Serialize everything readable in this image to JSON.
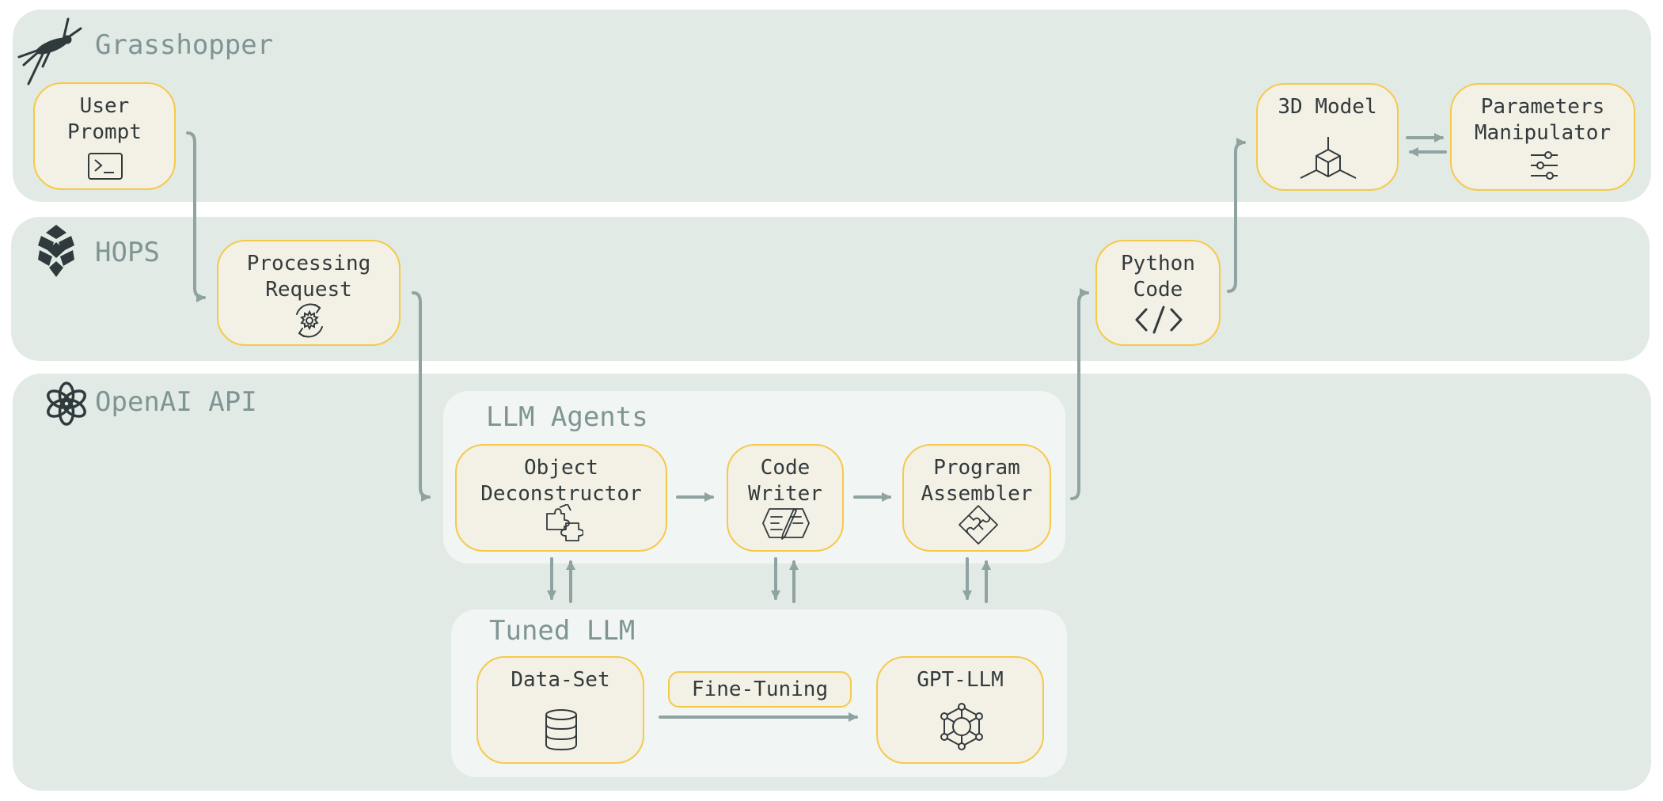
{
  "bands": {
    "grasshopper": "Grasshopper",
    "hops": "HOPS",
    "openai": "OpenAI API"
  },
  "panels": {
    "agents": "LLM Agents",
    "tuned": "Tuned LLM"
  },
  "nodes": {
    "user_prompt": "User\nPrompt",
    "model_3d": "3D Model",
    "param_manip": "Parameters\nManipulator",
    "processing": "Processing\nRequest",
    "python_code": "Python\nCode",
    "obj_decon": "Object\nDeconstructor",
    "code_writer": "Code\nWriter",
    "prog_asm": "Program\nAssembler",
    "dataset": "Data-Set",
    "gpt_llm": "GPT-LLM"
  },
  "edges": {
    "fine_tuning": "Fine-Tuning"
  },
  "icons": {
    "grasshopper": "grasshopper-icon",
    "hops": "hops-icon",
    "openai": "openai-icon",
    "terminal": "terminal-icon",
    "gear": "gear-cycle-icon",
    "cube": "cube-icon",
    "sliders": "sliders-icon",
    "code": "code-brackets-icon",
    "puzzle_split": "puzzle-pieces-icon",
    "code_pen": "code-pen-icon",
    "puzzle_assembled": "puzzle-icon",
    "database": "database-icon",
    "network": "network-icon"
  },
  "colors": {
    "band": "#e2eae6",
    "panel": "#f1f5f3",
    "node_fill": "#f3f1e6",
    "node_border": "#f5c94a",
    "arrow": "#8fa3a1",
    "label": "#7f9593"
  }
}
